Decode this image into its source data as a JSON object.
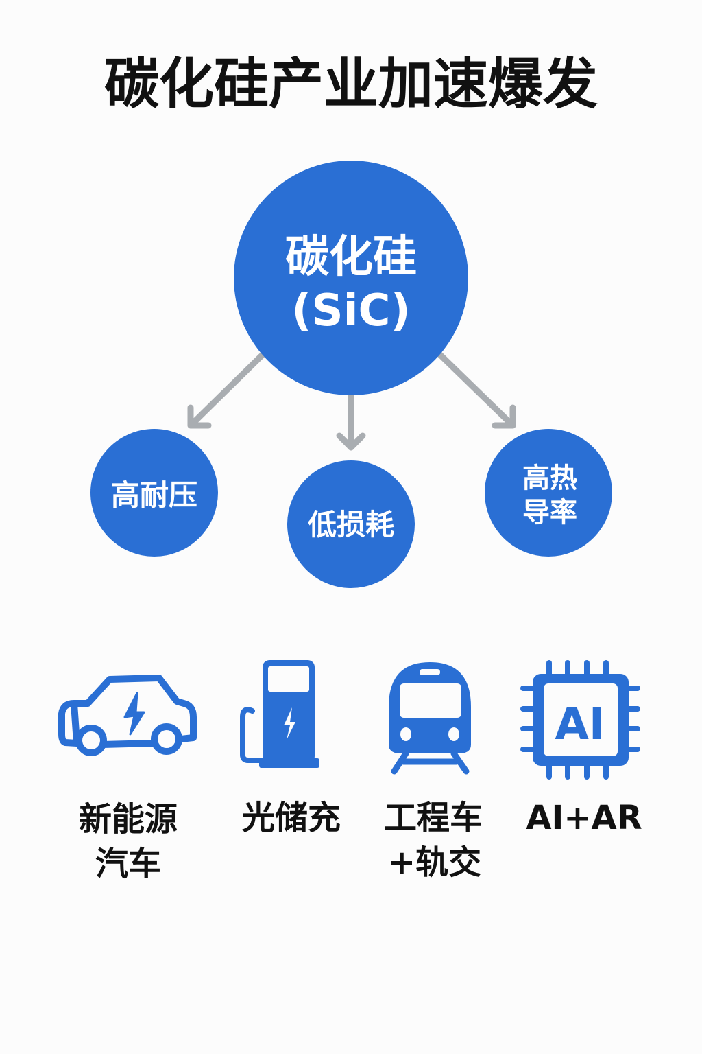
{
  "title": "碳化硅产业加速爆发",
  "center": {
    "line1": "碳化硅",
    "line2": "(SiC)"
  },
  "properties": [
    {
      "lines": [
        "高耐压"
      ]
    },
    {
      "lines": [
        "低损耗"
      ]
    },
    {
      "lines": [
        "高热",
        "导率"
      ]
    }
  ],
  "applications": [
    {
      "icon": "electric-car-icon",
      "lines": [
        "新能源",
        "汽车"
      ]
    },
    {
      "icon": "charging-station-icon",
      "lines": [
        "光储充"
      ]
    },
    {
      "icon": "train-icon",
      "lines": [
        "工程车",
        "+轨交"
      ]
    },
    {
      "icon": "ai-chip-icon",
      "lines": [
        "AI+AR"
      ]
    }
  ],
  "colors": {
    "accent": "#2a6fd4",
    "arrow": "#a9adb1",
    "text": "#111111",
    "background": "#fcfcfc"
  }
}
